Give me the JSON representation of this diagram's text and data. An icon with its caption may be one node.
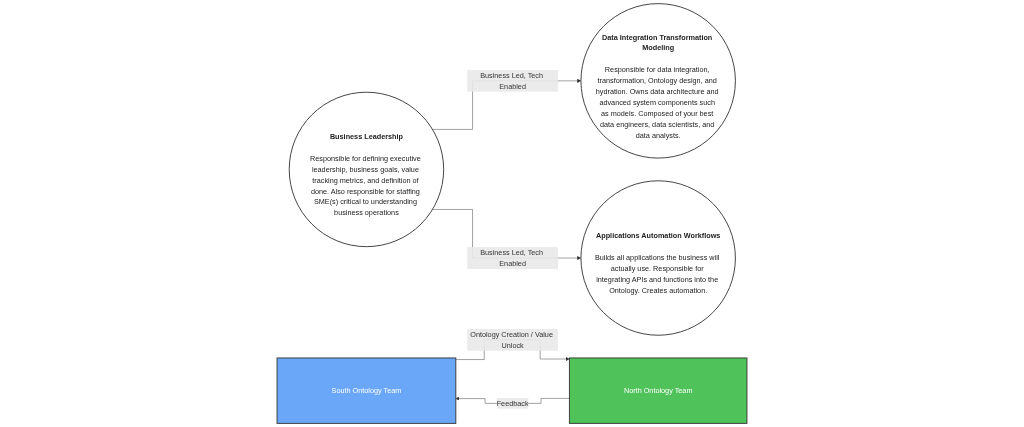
{
  "diagram": {
    "nodes": [
      {
        "text": [
          "Data Integration Transformation Modeling",
          "Responsible for data integration, transformation, Ontology design, and hydration. Owns data architecture and advanced system components such as models. Composed of your best data engineers, data scientists, and data analysts."
        ]
      },
      {
        "text": [
          "Applications Automation Workflows",
          "Builds all applications the business will actually use. Responsible for integrating APIs and functions into the Ontology. Creates automation."
        ]
      },
      {
        "text": [
          "Business Leadership",
          "Responsible for defining executive leadership, business goals, value tracking metrics, and definition of done. Also responsible for staffing SME(s) critical to understanding business operations"
        ]
      },
      {
        "text": [
          "South Ontology Team"
        ]
      },
      {
        "text": [
          "North Ontology Team"
        ]
      }
    ],
    "edges": [
      {
        "from": 2,
        "to": 0,
        "arrow": "to",
        "label": "Business Led, Tech Enabled"
      },
      {
        "from": 2,
        "to": 1,
        "arrow": "to",
        "label": "Business Led, Tech Enabled"
      },
      {
        "from": 3,
        "to": 4,
        "arrow": "to",
        "label": "Ontology Creation / Value Unlock"
      },
      {
        "from": 4,
        "to": 3,
        "arrow": "to",
        "label": "Feedback"
      }
    ]
  }
}
